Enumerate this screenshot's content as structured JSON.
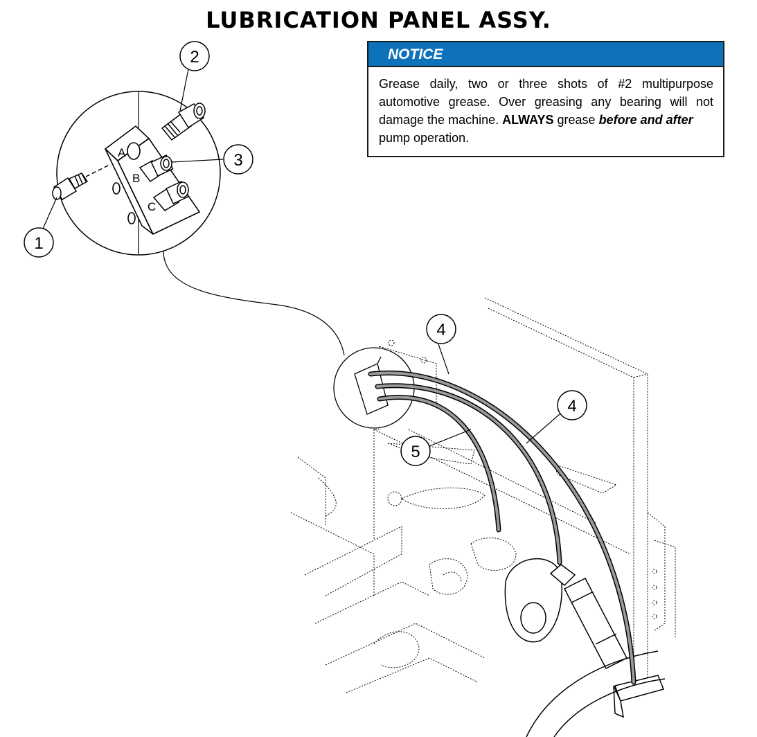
{
  "title": "LUBRICATION PANEL ASSY.",
  "notice": {
    "heading": "NOTICE",
    "text_1": "Grease daily, two or three shots of #2 multipurpose automotive grease. Over greasing any bearing will not damage the machine.",
    "emphasis_1": "ALWAYS",
    "text_2": "grease",
    "emphasis_2": "before and after",
    "text_3": "pump operation."
  },
  "callouts": {
    "c1": "1",
    "c2": "2",
    "c3": "3",
    "c4a": "4",
    "c4b": "4",
    "c5": "5"
  },
  "ports": {
    "a": "A",
    "b": "B",
    "c": "C"
  }
}
